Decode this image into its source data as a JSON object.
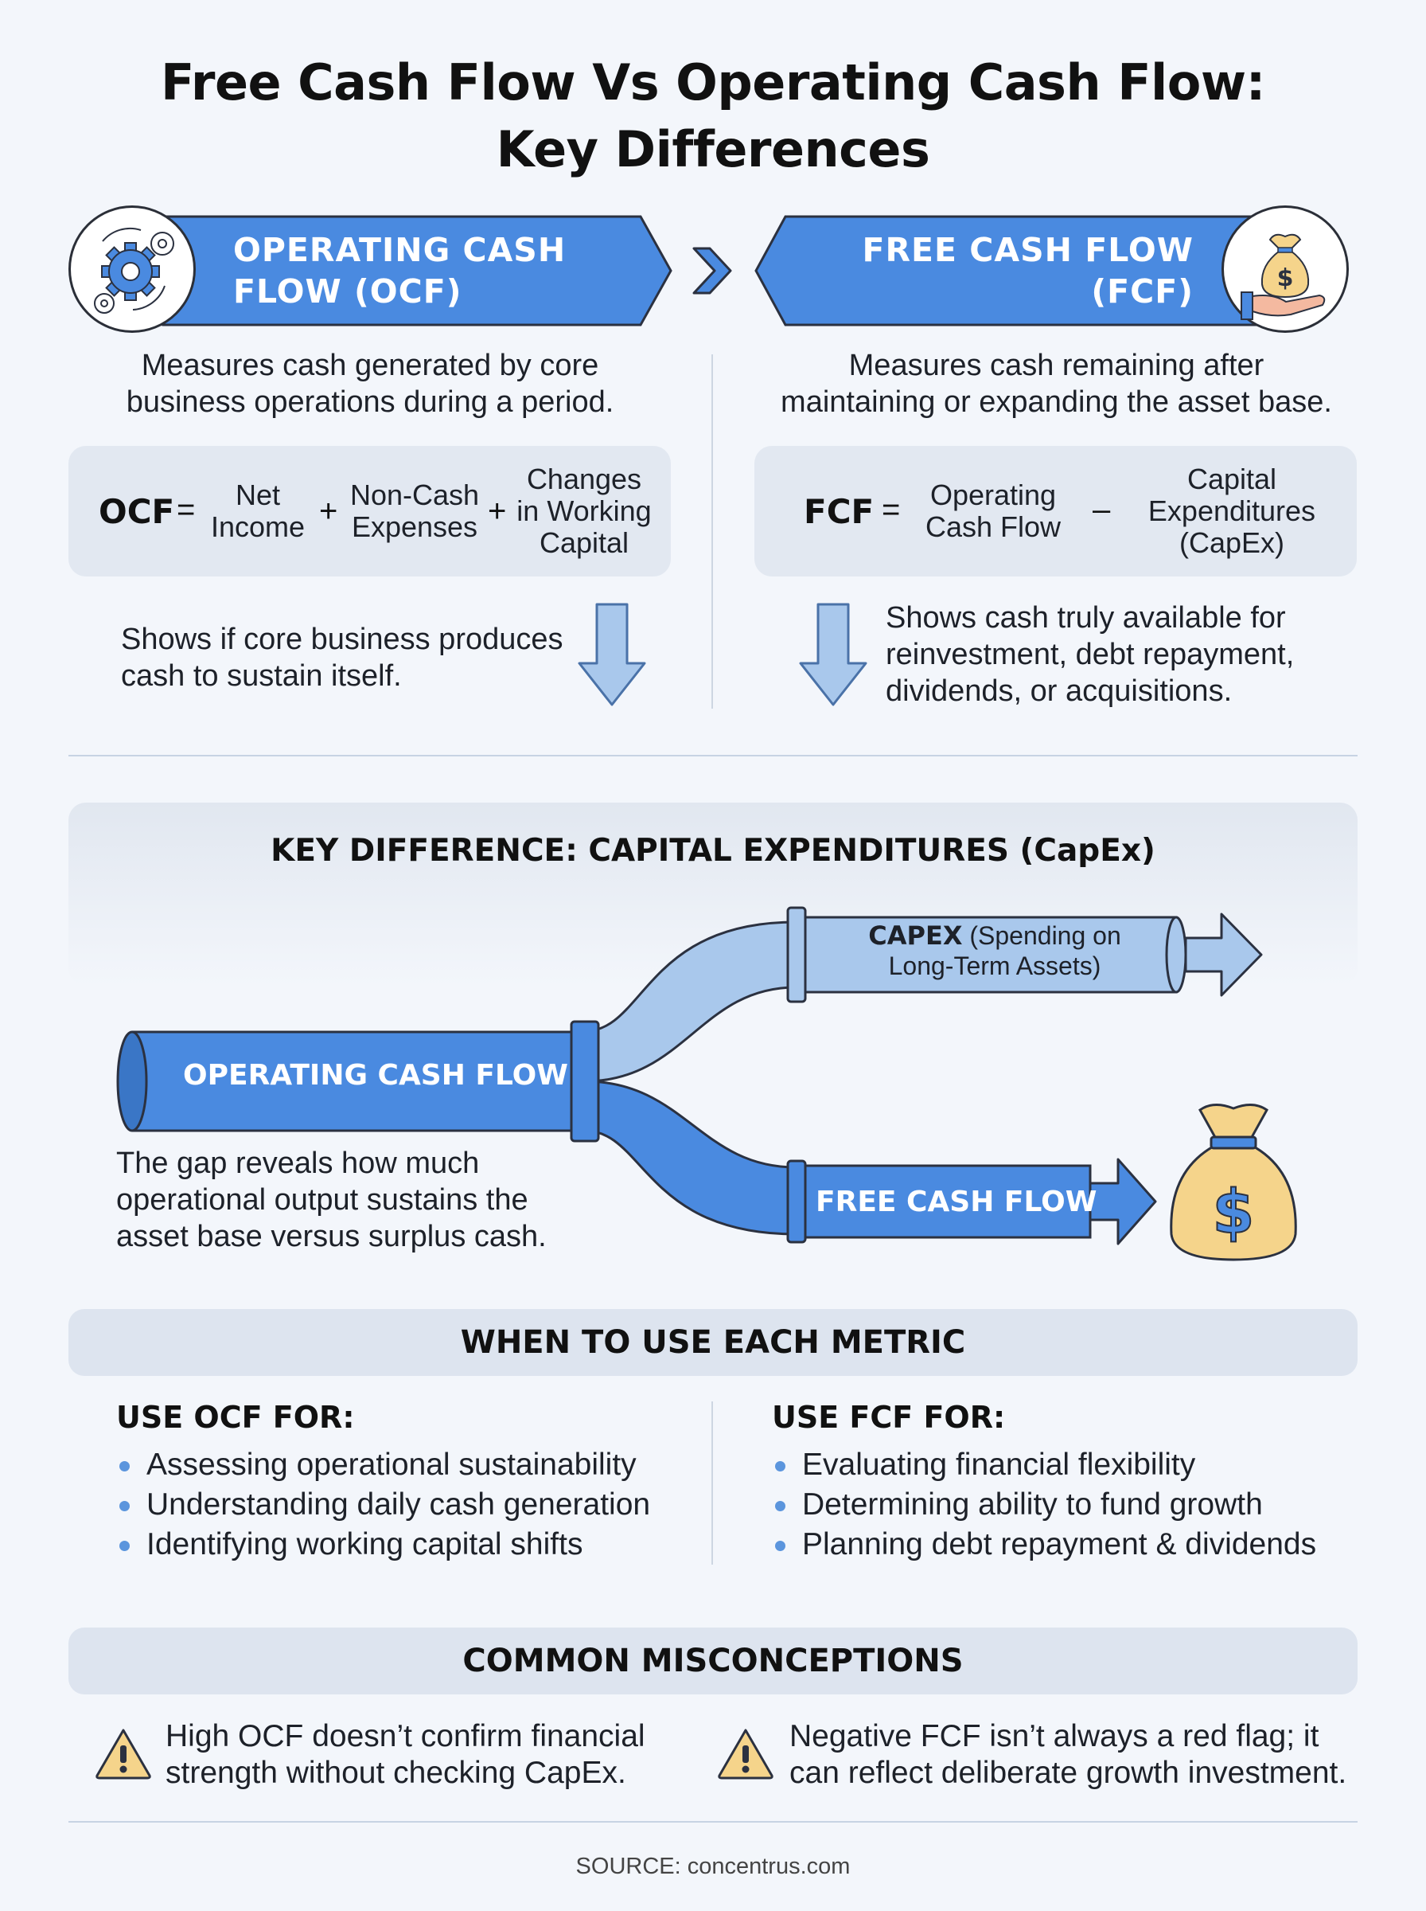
{
  "title_line1": "Free Cash Flow Vs Operating Cash Flow:",
  "title_line2": "Key Differences",
  "ocf": {
    "banner_line1": "OPERATING CASH",
    "banner_line2": "FLOW (OCF)",
    "icon": "gears-icon",
    "description_line1": "Measures cash generated by core",
    "description_line2": "business operations during a period.",
    "formula": {
      "lhs": "OCF",
      "eq": "=",
      "term1": [
        "Net",
        "Income"
      ],
      "op1": "+",
      "term2": [
        "Non-Cash",
        "Expenses"
      ],
      "op2": "+",
      "term3": [
        "Changes",
        "in Working",
        "Capital"
      ]
    },
    "shows_line1": "Shows if core business produces",
    "shows_line2": "cash to sustain itself."
  },
  "fcf": {
    "banner_line1": "FREE CASH FLOW",
    "banner_line2": "(FCF)",
    "icon": "money-bag-hand-icon",
    "description_line1": "Measures cash remaining after",
    "description_line2": "maintaining or expanding the asset base.",
    "formula": {
      "lhs": "FCF",
      "eq": "=",
      "term1": [
        "Operating",
        "Cash Flow"
      ],
      "op1": "–",
      "term2": [
        "Capital",
        "Expenditures",
        "(CapEx)"
      ]
    },
    "shows_line1": "Shows cash truly available for",
    "shows_line2": "reinvestment, debt repayment,",
    "shows_line3": "dividends, or acquisitions."
  },
  "key_difference": {
    "heading": "KEY DIFFERENCE: CAPITAL EXPENDITURES (CapEx)",
    "pipe_main": "OPERATING CASH FLOW",
    "capex_bold": "CAPEX",
    "capex_rest": " (Spending on",
    "capex_line2": "Long-Term Assets)",
    "fcf_pipe": "FREE CASH FLOW",
    "gap_line1": "The gap reveals how much",
    "gap_line2": "operational output sustains the",
    "gap_line3": "asset base versus surplus cash."
  },
  "when_to_use": {
    "heading": "WHEN TO USE EACH METRIC",
    "ocf_head": "USE OCF FOR:",
    "ocf_items": [
      "Assessing operational sustainability",
      "Understanding daily cash generation",
      "Identifying working capital shifts"
    ],
    "fcf_head": "USE FCF FOR:",
    "fcf_items": [
      "Evaluating financial flexibility",
      "Determining ability to fund growth",
      "Planning debt repayment & dividends"
    ]
  },
  "misconceptions": {
    "heading": "COMMON MISCONCEPTIONS",
    "left_line1": "High OCF doesn’t confirm financial",
    "left_line2": "strength without checking CapEx.",
    "right_line1": "Negative FCF isn’t always a red flag; it",
    "right_line2": "can reflect deliberate growth investment."
  },
  "source": "SOURCE: concentrus.com",
  "colors": {
    "primary_blue": "#4a8ae0",
    "light_blue": "#a9c8ec",
    "background": "#f3f6fb",
    "panel": "#e2e8f1",
    "bag_gold": "#f5d48b"
  }
}
